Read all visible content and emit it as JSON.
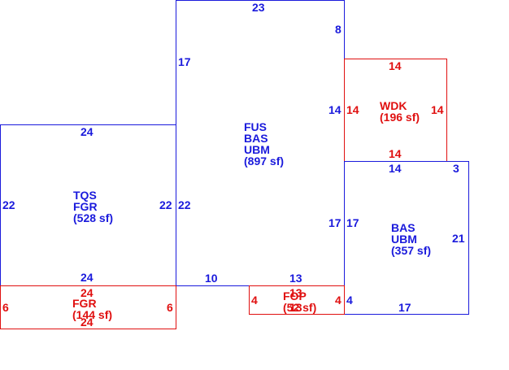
{
  "colors": {
    "main": "#1a1adc",
    "addition": "#e01010"
  },
  "areas": {
    "fus": {
      "line1": "FUS",
      "line2": "BAS",
      "line3": "UBM",
      "area": "(897 sf)"
    },
    "tqs": {
      "line1": "TQS",
      "line2": "FGR",
      "area": "(528 sf)"
    },
    "bas": {
      "line1": "BAS",
      "line2": "UBM",
      "area": "(357 sf)"
    },
    "wdk": {
      "line1": "WDK",
      "area": "(196 sf)"
    },
    "fgr": {
      "line1": "FGR",
      "area": "(144 sf)"
    },
    "fop": {
      "line1": "FOP",
      "area": "(52 sf)"
    }
  },
  "dimensions": {
    "fus_top": "23",
    "fus_right_upper": "8",
    "fus_left_upper": "17",
    "fus_right_mid": "14",
    "fus_left_lower": "22",
    "fus_right_lower": "17",
    "fus_bottom_left": "10",
    "fus_bottom_right": "13",
    "tqs_top": "24",
    "tqs_left": "22",
    "tqs_right": "22",
    "tqs_bottom": "24",
    "wdk_top": "14",
    "wdk_left": "14",
    "wdk_right": "14",
    "wdk_bottom": "14",
    "bas_top": "14",
    "bas_top_right": "3",
    "bas_left": "17",
    "bas_right": "21",
    "bas_bottom": "17",
    "bas_left_lower": "4",
    "fgr_top": "24",
    "fgr_left": "6",
    "fgr_right": "6",
    "fgr_bottom": "24",
    "fop_top": "13",
    "fop_left": "4",
    "fop_right": "4",
    "fop_bottom": "13"
  }
}
